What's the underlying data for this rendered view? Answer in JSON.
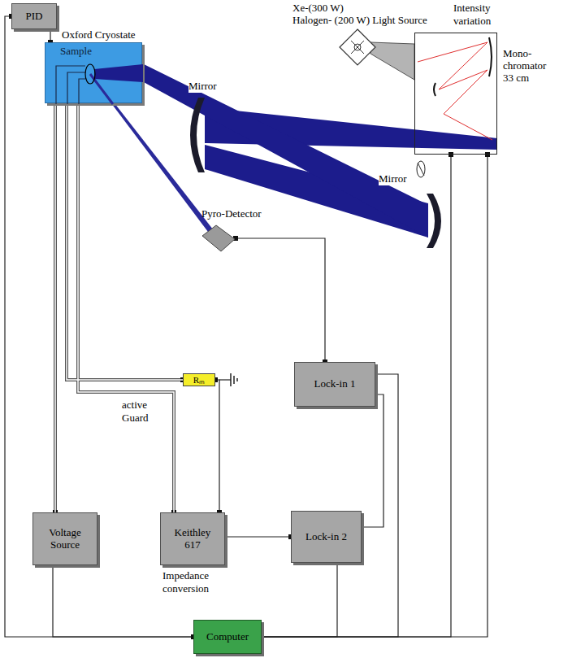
{
  "diagram": {
    "nodes": [
      {
        "text": [
          "PID"
        ]
      },
      {
        "text": [
          "Sample"
        ]
      },
      {
        "text": [
          "Mono- chromator 33 cm"
        ]
      },
      {
        "text": [
          "Pyro-Detector"
        ]
      },
      {
        "text": [
          "Rₘ"
        ]
      },
      {
        "text": [
          "Lock-in 1"
        ]
      },
      {
        "text": [
          "Voltage Source"
        ]
      },
      {
        "text": [
          "Keithley 617"
        ]
      },
      {
        "text": [
          "Lock-in 2"
        ]
      },
      {
        "text": [
          "Computer"
        ]
      }
    ],
    "edges": [
      {
        "from": 0,
        "to": 1,
        "arrow": "none"
      },
      {
        "from": 0,
        "to": 9,
        "arrow": "none"
      },
      {
        "from": 1,
        "to": 6,
        "arrow": "none"
      },
      {
        "from": 1,
        "to": 4,
        "arrow": "none"
      },
      {
        "from": 1,
        "to": 7,
        "arrow": "none"
      },
      {
        "from": 4,
        "to": 7,
        "arrow": "none"
      },
      {
        "from": 3,
        "to": 5,
        "arrow": "none"
      },
      {
        "from": 7,
        "to": 8,
        "arrow": "none"
      },
      {
        "from": 8,
        "to": 5,
        "arrow": "none"
      },
      {
        "from": 5,
        "to": 9,
        "arrow": "none"
      },
      {
        "from": 8,
        "to": 9,
        "arrow": "none"
      },
      {
        "from": 6,
        "to": 9,
        "arrow": "none"
      },
      {
        "from": 2,
        "to": 9,
        "arrow": "none"
      },
      {
        "from": 2,
        "to": 9,
        "arrow": "none"
      }
    ],
    "labels": [
      "Xe-(300 W)",
      "Halogen- (200 W) Light Source",
      "Intensity variation",
      "Mirror",
      "Mirror",
      "Oxford Cryostate",
      "active Guard",
      "Impedance conversion"
    ]
  }
}
